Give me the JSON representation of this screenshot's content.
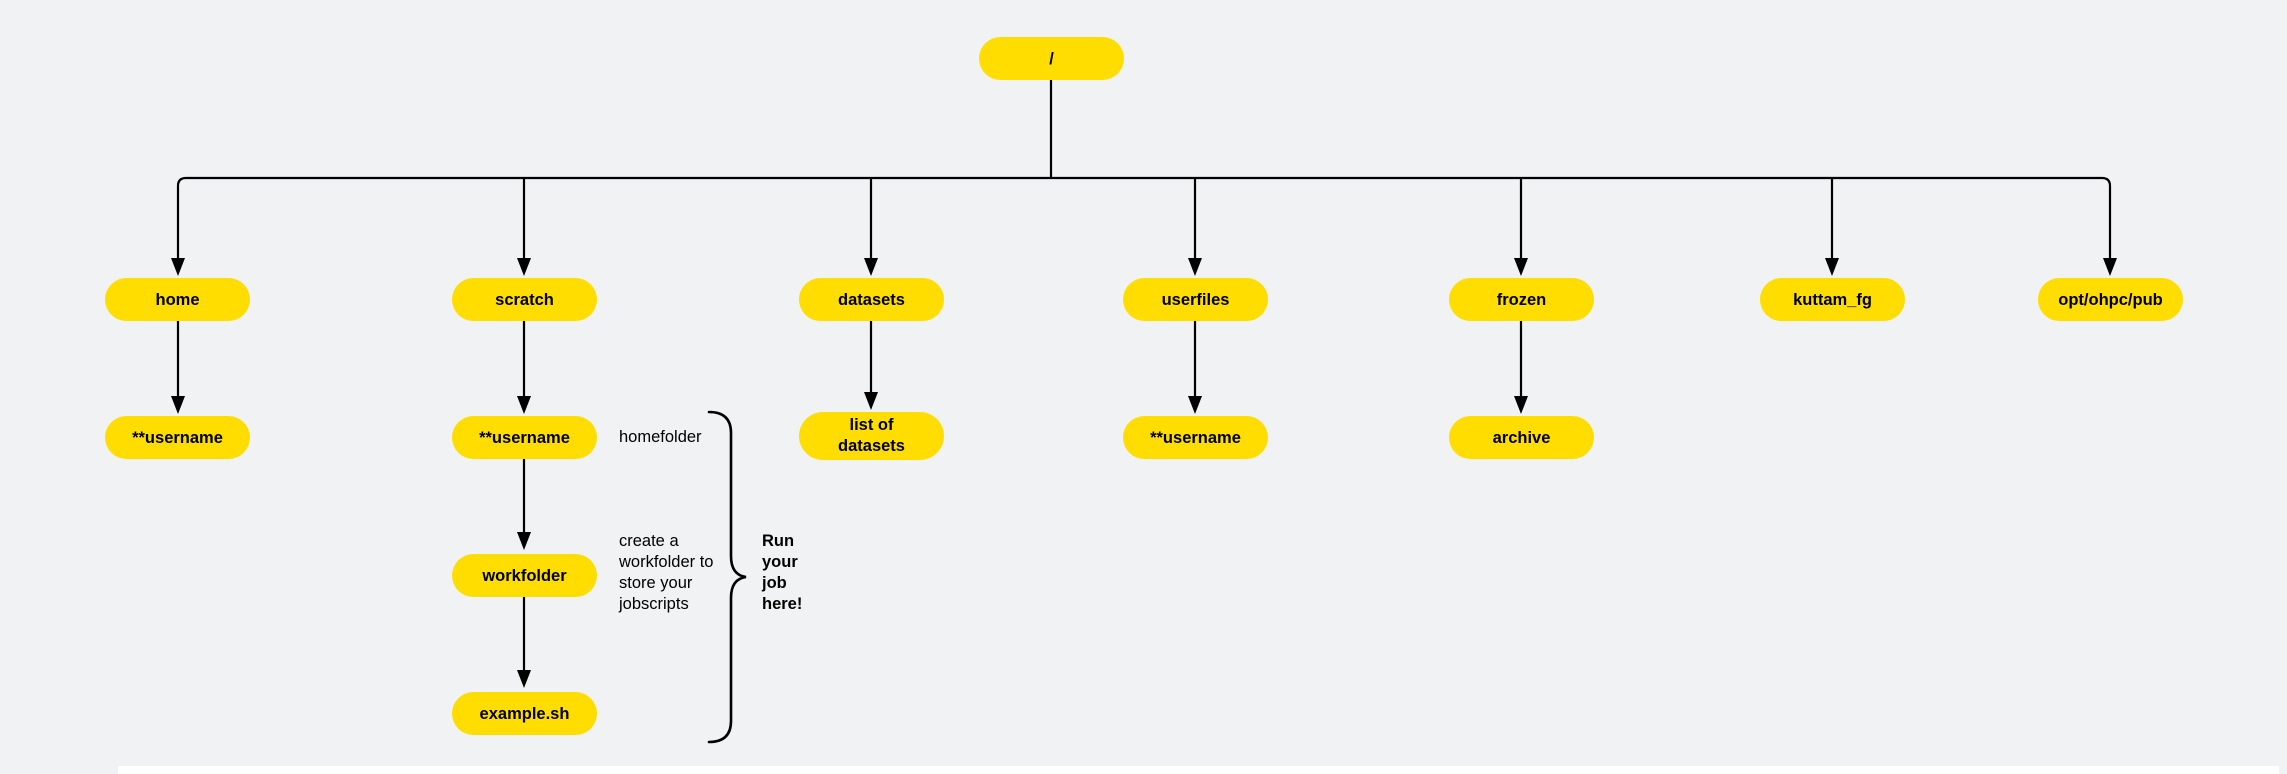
{
  "diagram": {
    "title": "filesystem directory tree",
    "colors": {
      "background": "#f0f2f3",
      "node_fill": "#ffdd00",
      "node_text": "#000000",
      "line": "#000000"
    },
    "nodes": {
      "root": {
        "label": "/"
      },
      "home": {
        "label": "home"
      },
      "scratch": {
        "label": "scratch"
      },
      "datasets": {
        "label": "datasets"
      },
      "userfiles": {
        "label": "userfiles"
      },
      "frozen": {
        "label": "frozen"
      },
      "kuttam_fg": {
        "label": "kuttam_fg"
      },
      "opt_ohpc_pub": {
        "label": "opt/ohpc/pub"
      },
      "home_username": {
        "label": "**username"
      },
      "scratch_username": {
        "label": "**username"
      },
      "list_of_datasets": {
        "label": "list of\ndatasets"
      },
      "userfiles_username": {
        "label": "**username"
      },
      "archive": {
        "label": "archive"
      },
      "workfolder": {
        "label": "workfolder"
      },
      "example_sh": {
        "label": "example.sh"
      }
    },
    "edges": [
      {
        "from": "/",
        "to": "home"
      },
      {
        "from": "/",
        "to": "scratch"
      },
      {
        "from": "/",
        "to": "datasets"
      },
      {
        "from": "/",
        "to": "userfiles"
      },
      {
        "from": "/",
        "to": "frozen"
      },
      {
        "from": "/",
        "to": "kuttam_fg"
      },
      {
        "from": "/",
        "to": "opt/ohpc/pub"
      },
      {
        "from": "home",
        "to": "**username"
      },
      {
        "from": "scratch",
        "to": "**username"
      },
      {
        "from": "scratch/**username",
        "to": "workfolder"
      },
      {
        "from": "workfolder",
        "to": "example.sh"
      },
      {
        "from": "datasets",
        "to": "list of datasets"
      },
      {
        "from": "userfiles",
        "to": "**username"
      },
      {
        "from": "frozen",
        "to": "archive"
      }
    ],
    "annotations": {
      "homefolder": "homefolder",
      "create_note": "create a\nworkfolder to\nstore your\njobscripts",
      "run_note": "Run\nyour\njob\nhere!"
    }
  }
}
